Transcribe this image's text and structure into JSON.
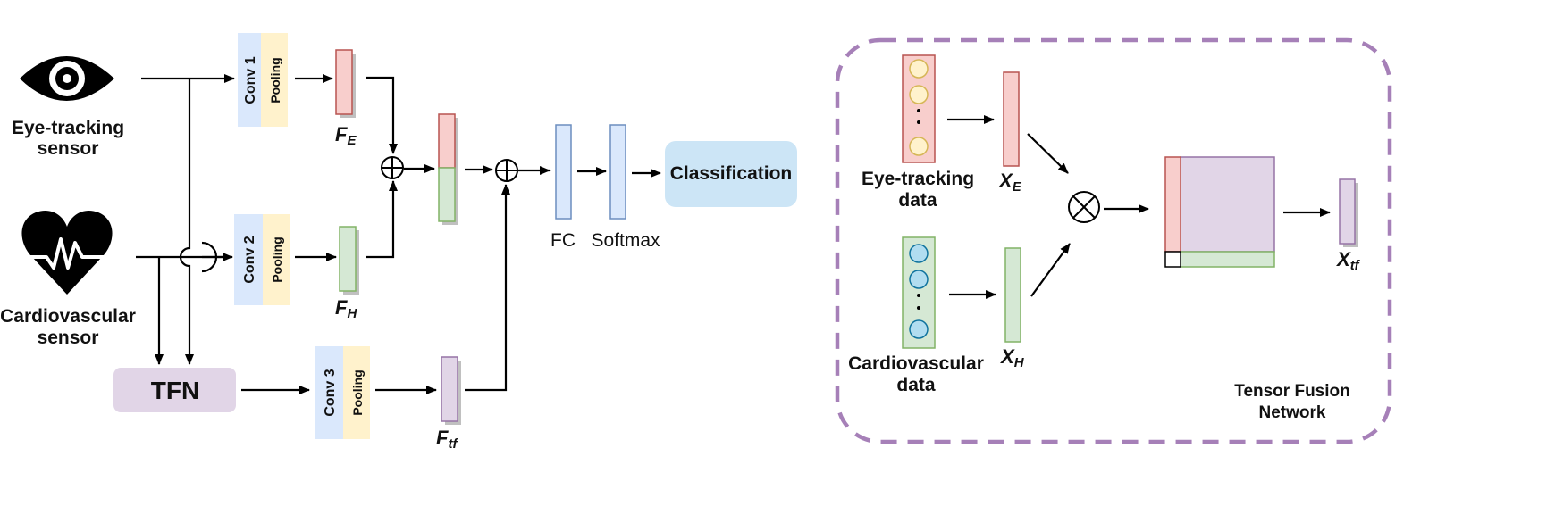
{
  "left": {
    "eye_sensor_label": [
      "Eye-tracking",
      "sensor"
    ],
    "cardio_sensor_label": [
      "Cardiovascular",
      "sensor"
    ],
    "tfn_label": "TFN",
    "conv_blocks": [
      {
        "conv": "Conv 1",
        "pool": "Pooling"
      },
      {
        "conv": "Conv 2",
        "pool": "Pooling"
      },
      {
        "conv": "Conv 3",
        "pool": "Pooling"
      }
    ],
    "features": {
      "fe": {
        "main": "F",
        "sub": "E"
      },
      "fh": {
        "main": "F",
        "sub": "H"
      },
      "ftf": {
        "main": "F",
        "sub": "tf"
      }
    },
    "fc_label": "FC",
    "softmax_label": "Softmax",
    "classification_label": "Classification"
  },
  "right": {
    "eye_data_label": [
      "Eye-tracking",
      "data"
    ],
    "cardio_data_label": [
      "Cardiovascular",
      "data"
    ],
    "xe": {
      "main": "X",
      "sub": "E"
    },
    "xh": {
      "main": "X",
      "sub": "H"
    },
    "xtf": {
      "main": "X",
      "sub": "tf"
    },
    "title": [
      "Tensor Fusion",
      "Network"
    ]
  },
  "colors": {
    "red_fill": "#f8cecc",
    "red_stroke": "#b85450",
    "green_fill": "#d5e8d4",
    "green_stroke": "#82b366",
    "blue_fill": "#dae8fc",
    "blue_stroke": "#6c8ebf",
    "purple_fill": "#e1d5e7",
    "purple_stroke": "#9673a6",
    "pool_fill": "#fff2cc",
    "conv_fill": "#dae8fc",
    "yellow_circle": "#fff2cc",
    "yellow_stroke": "#d6b656",
    "cyan_circle": "#b1ddf0",
    "cyan_stroke": "#10739e",
    "dashed_border": "#a680b8"
  }
}
